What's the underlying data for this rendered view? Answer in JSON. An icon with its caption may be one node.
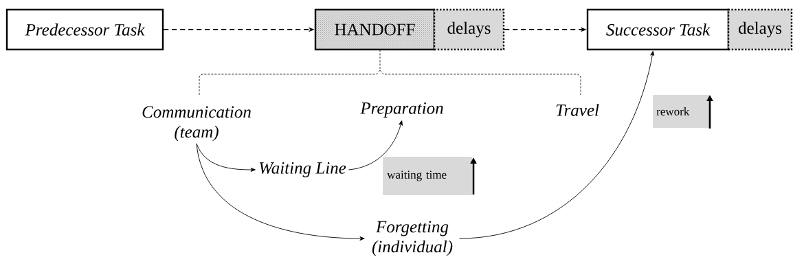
{
  "diagram": {
    "nodes": [
      {
        "text": [
          "Predecessor Task"
        ]
      },
      {
        "text": [
          "HANDOFF"
        ]
      },
      {
        "text": [
          "delays"
        ]
      },
      {
        "text": [
          "Successor Task"
        ]
      },
      {
        "text": [
          "delays"
        ]
      },
      {
        "text": [
          "Communication (team)"
        ]
      },
      {
        "text": [
          "Preparation"
        ]
      },
      {
        "text": [
          "Travel"
        ]
      },
      {
        "text": [
          "Waiting Line"
        ]
      },
      {
        "text": [
          "waiting time"
        ]
      },
      {
        "text": [
          "rework"
        ]
      },
      {
        "text": [
          "Forgetting (individual)"
        ]
      }
    ],
    "edges": [
      {
        "from": 0,
        "to": 1,
        "arrow": "to",
        "style": "dashed"
      },
      {
        "from": 2,
        "to": 3,
        "arrow": "to",
        "style": "dashed"
      },
      {
        "from": 5,
        "to": 8,
        "arrow": "to"
      },
      {
        "from": 8,
        "to": 6,
        "arrow": "to"
      },
      {
        "from": 5,
        "to": 11,
        "arrow": "to"
      },
      {
        "from": 11,
        "to": 3,
        "arrow": "to"
      }
    ]
  }
}
